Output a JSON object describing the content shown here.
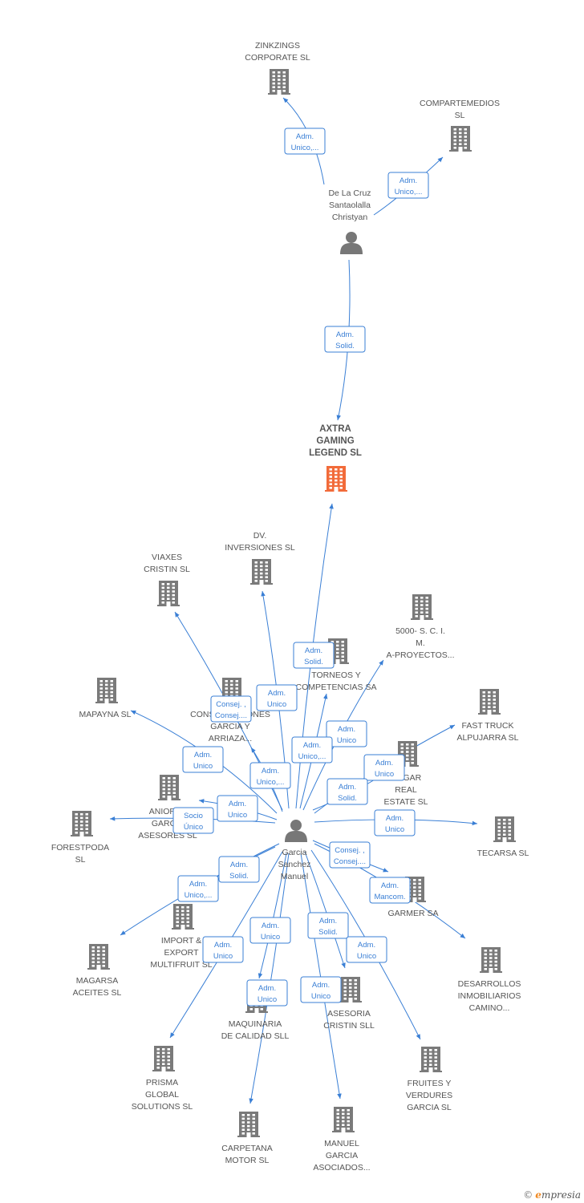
{
  "colors": {
    "edge": "#3a7fd5",
    "company": "#7a7a7a",
    "focus": "#f26b3a",
    "person": "#777777",
    "label": "#555555"
  },
  "nodes": [
    {
      "id": "zinkzings",
      "kind": "company",
      "name": [
        "ZINKZINGS",
        "CORPORATE  SL"
      ]
    },
    {
      "id": "compartemedios",
      "kind": "company",
      "name": [
        "COMPARTEMEDIOS",
        "SL"
      ]
    },
    {
      "id": "delacruz",
      "kind": "person",
      "name": [
        "De La Cruz",
        "Santaolalla",
        "Christyan"
      ]
    },
    {
      "id": "axtra",
      "kind": "focus",
      "name": [
        "AXTRA",
        "GAMING",
        "LEGEND  SL"
      ]
    },
    {
      "id": "dv",
      "kind": "company",
      "name": [
        "DV.",
        "INVERSIONES SL"
      ]
    },
    {
      "id": "viaxes",
      "kind": "company",
      "name": [
        "VIAXES",
        "CRISTIN SL"
      ]
    },
    {
      "id": "s5000",
      "kind": "company",
      "name": [
        "5000- S.  C. I.",
        "M.",
        "A-PROYECTOS..."
      ]
    },
    {
      "id": "torneos",
      "kind": "company",
      "name": [
        "TORNEOS Y",
        "COMPETENCIAS SA"
      ]
    },
    {
      "id": "mapayna",
      "kind": "company",
      "name": [
        "MAPAYNA SL"
      ]
    },
    {
      "id": "construcciones",
      "kind": "company",
      "name": [
        "CONSTRUCCIONES",
        "GARCIA Y",
        "ARRIAZA..."
      ]
    },
    {
      "id": "fasttruck",
      "kind": "company",
      "name": [
        "FAST TRUCK",
        "ALPUJARRA  SL"
      ]
    },
    {
      "id": "hogar",
      "kind": "company",
      "name": [
        "HOGAR",
        "REAL",
        "ESTATE  SL"
      ]
    },
    {
      "id": "aniorte",
      "kind": "company",
      "name": [
        "ANIORTE",
        "GARCIA",
        "ASESORES SL"
      ]
    },
    {
      "id": "forestpoda",
      "kind": "company",
      "name": [
        "FORESTPODA",
        "SL"
      ]
    },
    {
      "id": "garcia",
      "kind": "person",
      "name": [
        "Garcia",
        "Sanchez",
        "Manuel"
      ]
    },
    {
      "id": "tecarsa",
      "kind": "company",
      "name": [
        "TECARSA SL"
      ]
    },
    {
      "id": "garmer",
      "kind": "company",
      "name": [
        "GARMER SA"
      ]
    },
    {
      "id": "import",
      "kind": "company",
      "name": [
        "IMPORT &",
        "EXPORT",
        "MULTIFRUIT SL"
      ]
    },
    {
      "id": "magarsa",
      "kind": "company",
      "name": [
        "MAGARSA",
        "ACEITES  SL"
      ]
    },
    {
      "id": "desarrollos",
      "kind": "company",
      "name": [
        "DESARROLLOS",
        "INMOBILIARIOS",
        "CAMINO..."
      ]
    },
    {
      "id": "maquinaria",
      "kind": "company",
      "name": [
        "MAQUINARIA",
        "DE CALIDAD SLL"
      ]
    },
    {
      "id": "asesoria",
      "kind": "company",
      "name": [
        "ASESORIA",
        "CRISTIN SLL"
      ]
    },
    {
      "id": "prisma",
      "kind": "company",
      "name": [
        "PRISMA",
        "GLOBAL",
        "SOLUTIONS  SL"
      ]
    },
    {
      "id": "fruites",
      "kind": "company",
      "name": [
        "FRUITES Y",
        "VERDURES",
        "GARCIA  SL"
      ]
    },
    {
      "id": "carpetana",
      "kind": "company",
      "name": [
        "CARPETANA",
        "MOTOR SL"
      ]
    },
    {
      "id": "manuelgarcia",
      "kind": "company",
      "name": [
        "MANUEL",
        "GARCIA",
        "ASOCIADOS..."
      ]
    }
  ],
  "edges": [
    {
      "from": "delacruz",
      "to": "zinkzings",
      "label": [
        "Adm.",
        "Unico,..."
      ]
    },
    {
      "from": "delacruz",
      "to": "compartemedios",
      "label": [
        "Adm.",
        "Unico,..."
      ]
    },
    {
      "from": "delacruz",
      "to": "axtra",
      "label": [
        "Adm.",
        "Solid."
      ]
    },
    {
      "from": "garcia",
      "to": "axtra",
      "label": [
        "Adm.",
        "Solid."
      ]
    },
    {
      "from": "garcia",
      "to": "dv",
      "label": [
        "Adm.",
        "Unico"
      ]
    },
    {
      "from": "garcia",
      "to": "viaxes",
      "label": [
        "Consej. ,",
        "Consej...."
      ]
    },
    {
      "from": "garcia",
      "to": "s5000",
      "label": [
        "Adm.",
        "Unico"
      ]
    },
    {
      "from": "garcia",
      "to": "torneos",
      "label": [
        "Adm.",
        "Unico,..."
      ]
    },
    {
      "from": "garcia",
      "to": "mapayna",
      "label": [
        "Adm.",
        "Unico"
      ]
    },
    {
      "from": "garcia",
      "to": "construcciones",
      "label": [
        "Adm.",
        "Unico,..."
      ]
    },
    {
      "from": "garcia",
      "to": "fasttruck",
      "label": [
        "Adm.",
        "Unico"
      ]
    },
    {
      "from": "garcia",
      "to": "hogar",
      "label": [
        "Adm.",
        "Solid."
      ]
    },
    {
      "from": "garcia",
      "to": "aniorte",
      "label": [
        "Adm.",
        "Unico"
      ]
    },
    {
      "from": "garcia",
      "to": "forestpoda",
      "label": [
        "Socio",
        "Único"
      ]
    },
    {
      "from": "garcia",
      "to": "tecarsa",
      "label": [
        "Adm.",
        "Unico"
      ]
    },
    {
      "from": "garcia",
      "to": "garmer",
      "label": [
        "Consej. ,",
        "Consej...."
      ]
    },
    {
      "from": "garcia",
      "to": "desarrollos",
      "label": [
        "Adm.",
        "Mancom."
      ]
    },
    {
      "from": "garcia",
      "to": "import",
      "label": [
        "Adm.",
        "Solid."
      ]
    },
    {
      "from": "garcia",
      "to": "magarsa",
      "label": [
        "Adm.",
        "Unico,..."
      ]
    },
    {
      "from": "garcia",
      "to": "prisma",
      "label": [
        "Adm.",
        "Unico"
      ]
    },
    {
      "from": "garcia",
      "to": "maquinaria",
      "label": [
        "Adm.",
        "Unico"
      ]
    },
    {
      "from": "garcia",
      "to": "carpetana",
      "label": [
        "Adm.",
        "Unico"
      ]
    },
    {
      "from": "garcia",
      "to": "asesoria",
      "label": [
        "Adm.",
        "Solid."
      ]
    },
    {
      "from": "garcia",
      "to": "fruites",
      "label": [
        "Adm.",
        "Unico"
      ]
    },
    {
      "from": "garcia",
      "to": "manuelgarcia",
      "label": [
        "Adm.",
        "Unico"
      ]
    }
  ],
  "footer": {
    "copyright": "©",
    "brand_initial": "e",
    "brand_rest": "mpresia"
  }
}
